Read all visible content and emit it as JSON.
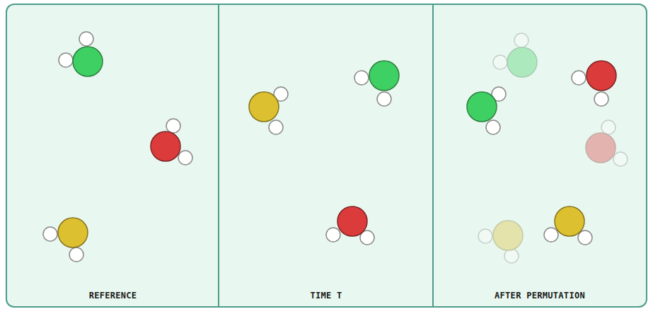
{
  "diagram": {
    "nodes": [
      {
        "text": [
          "REFERENCE"
        ]
      },
      {
        "text": [
          "TIME T"
        ]
      },
      {
        "text": [
          "AFTER PERMUTATION"
        ]
      }
    ]
  }
}
